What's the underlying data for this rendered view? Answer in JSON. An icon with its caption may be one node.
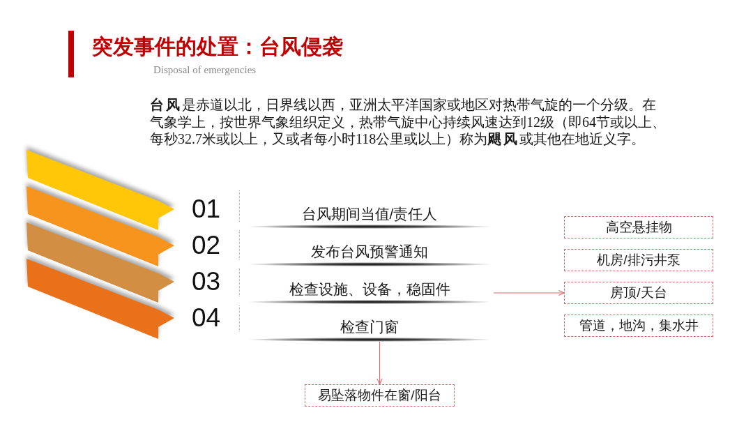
{
  "diagram": {
    "title": "突发事件的处置：台风侵袭",
    "nodes": [
      {
        "text": [
          "01"
        ]
      },
      {
        "text": [
          "02"
        ]
      },
      {
        "text": [
          "03"
        ]
      },
      {
        "text": [
          "04"
        ]
      },
      {
        "text": [
          "台风期间当值/责任人"
        ]
      },
      {
        "text": [
          "发布台风预警通知"
        ]
      },
      {
        "text": [
          "检查设施、设备，稳固件"
        ]
      },
      {
        "text": [
          "检查门窗"
        ]
      },
      {
        "text": [
          "高空悬挂物"
        ]
      },
      {
        "text": [
          "机房/排污井泵"
        ]
      },
      {
        "text": [
          "房顶/天台"
        ]
      },
      {
        "text": [
          "管道，地沟，集水井"
        ]
      },
      {
        "text": [
          "易坠落物件在窗/阳台"
        ]
      }
    ],
    "edges": [
      {
        "from": 6,
        "to": 10,
        "arrow": "to"
      },
      {
        "from": 7,
        "to": 12,
        "arrow": "to"
      }
    ],
    "labels": [
      "Disposal of emergencies",
      "**台风**是赤道以北，日界线以西，亚洲太平洋国家或地区对热带气旋的一个分级。在气象学上，按世界气象组织定义，热带气旋中心持续风速达到12级（即64节或以上、每秒32.7米或以上，又或者每小时118公里或以上）称为**飓风**或其他在地近义字。"
    ]
  }
}
